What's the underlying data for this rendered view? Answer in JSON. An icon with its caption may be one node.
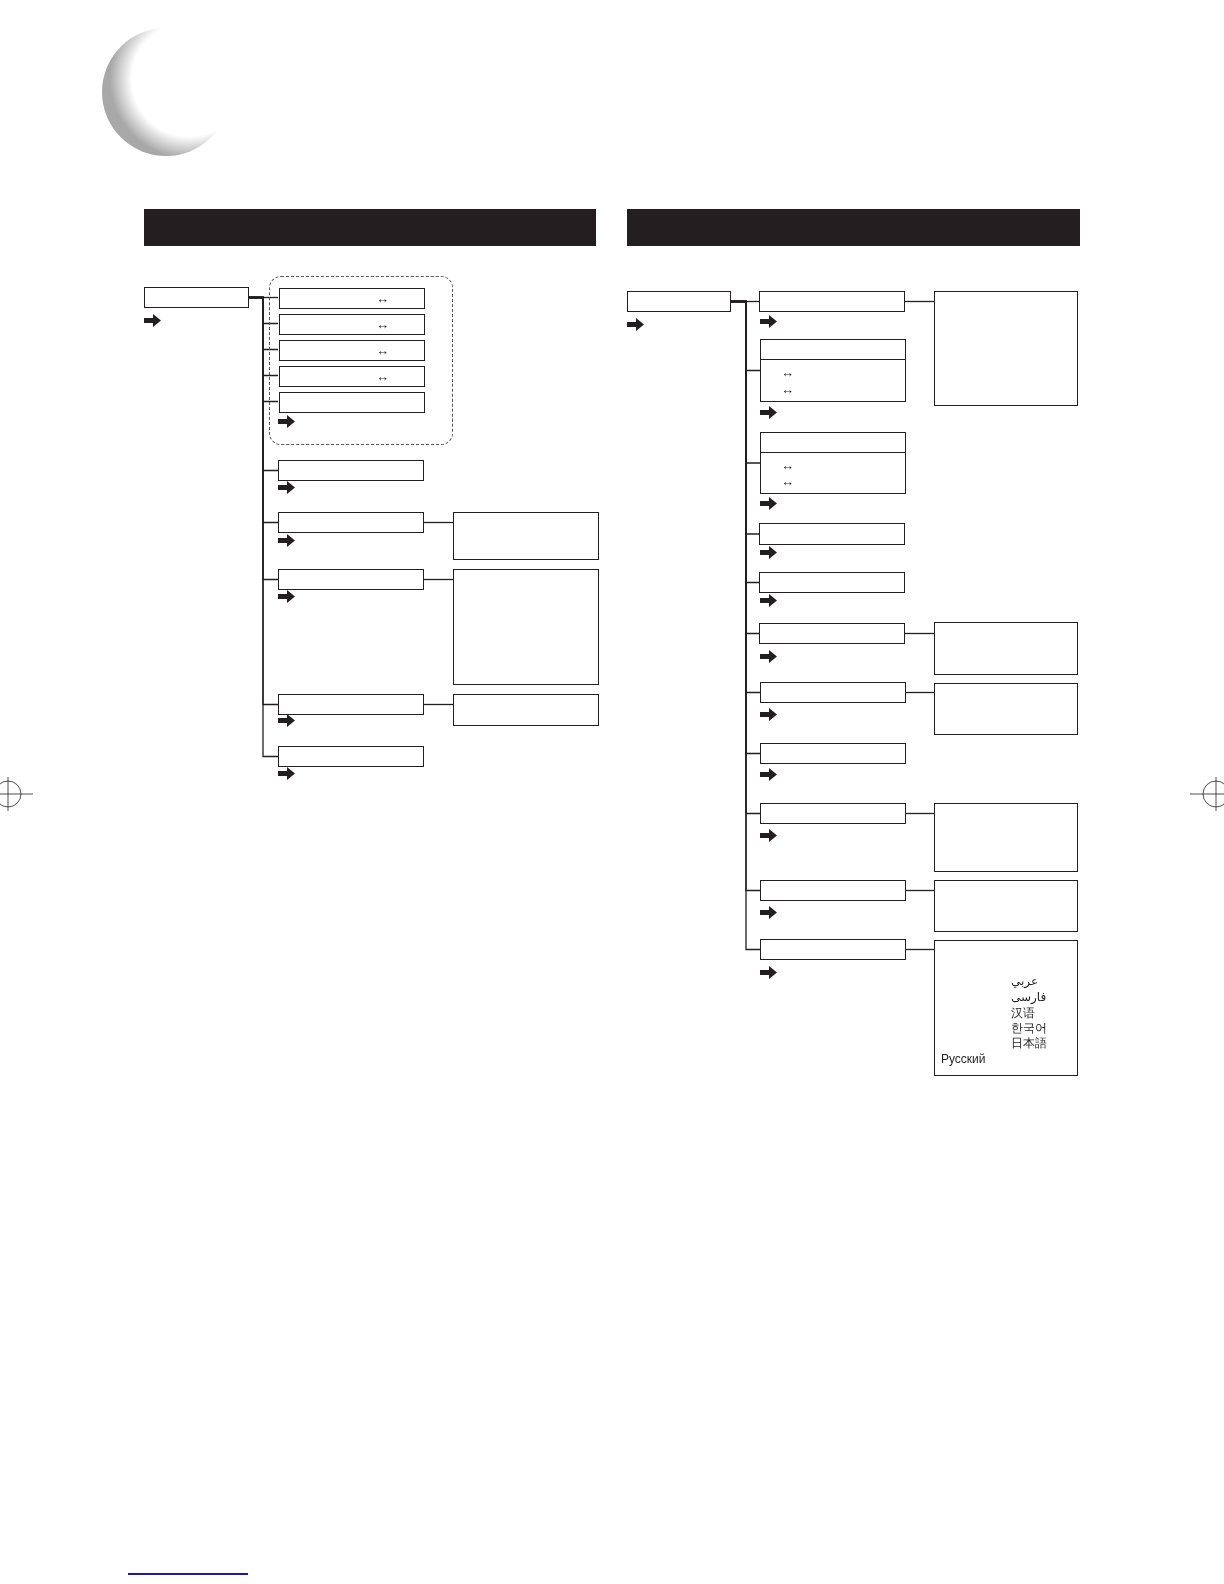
{
  "diagram": {
    "nodes": [
      {
        "text": [],
        "shape": "box"
      },
      {
        "text": [],
        "shape": "box"
      },
      {
        "text": [
          "↔"
        ],
        "in": 1
      },
      {
        "text": [
          "↔"
        ],
        "in": 1
      },
      {
        "text": [
          "↔"
        ],
        "in": 1
      },
      {
        "text": [
          "↔"
        ],
        "in": 1
      },
      {
        "text": [],
        "shape": "box",
        "in": 1
      },
      {
        "text": [],
        "shape": "box"
      },
      {
        "text": [],
        "shape": "box"
      },
      {
        "text": [],
        "shape": "box"
      },
      {
        "text": [],
        "shape": "box"
      },
      {
        "text": [],
        "shape": "box"
      },
      {
        "text": [],
        "shape": "box"
      },
      {
        "text": [],
        "shape": "box"
      },
      {
        "text": [],
        "shape": "box"
      },
      {
        "text": [],
        "shape": "box"
      },
      {
        "text": [],
        "shape": "box"
      },
      {
        "text": [],
        "shape": "box"
      },
      {
        "text": [
          "↔",
          "↔"
        ]
      },
      {
        "text": [
          "↔",
          "↔"
        ]
      },
      {
        "text": [],
        "shape": "box"
      },
      {
        "text": [],
        "shape": "box"
      },
      {
        "text": [],
        "shape": "box"
      },
      {
        "text": [],
        "shape": "box"
      },
      {
        "text": [],
        "shape": "box"
      },
      {
        "text": [],
        "shape": "box"
      },
      {
        "text": [],
        "shape": "box"
      },
      {
        "text": [],
        "shape": "box"
      },
      {
        "text": [],
        "shape": "box"
      },
      {
        "text": [],
        "shape": "box"
      },
      {
        "text": [],
        "shape": "box"
      },
      {
        "text": [],
        "shape": "box"
      },
      {
        "text": [
          "عربي",
          "فارسی",
          "汉语",
          "한국어",
          "日本語",
          "Русский"
        ]
      }
    ],
    "edges": [
      {
        "from": 0,
        "to": 2,
        "arrow": "none"
      },
      {
        "from": 0,
        "to": 3,
        "arrow": "none"
      },
      {
        "from": 0,
        "to": 4,
        "arrow": "none"
      },
      {
        "from": 0,
        "to": 5,
        "arrow": "none"
      },
      {
        "from": 0,
        "to": 6,
        "arrow": "none"
      },
      {
        "from": 0,
        "to": 7,
        "arrow": "none"
      },
      {
        "from": 0,
        "to": 8,
        "arrow": "none"
      },
      {
        "from": 0,
        "to": 10,
        "arrow": "none"
      },
      {
        "from": 0,
        "to": 12,
        "arrow": "none"
      },
      {
        "from": 0,
        "to": 14,
        "arrow": "none"
      },
      {
        "from": 8,
        "to": 9,
        "arrow": "none"
      },
      {
        "from": 10,
        "to": 11,
        "arrow": "none"
      },
      {
        "from": 12,
        "to": 13,
        "arrow": "none"
      },
      {
        "from": 15,
        "to": 16,
        "arrow": "none"
      },
      {
        "from": 15,
        "to": 18,
        "arrow": "none"
      },
      {
        "from": 15,
        "to": 19,
        "arrow": "none"
      },
      {
        "from": 15,
        "to": 20,
        "arrow": "none"
      },
      {
        "from": 15,
        "to": 21,
        "arrow": "none"
      },
      {
        "from": 15,
        "to": 22,
        "arrow": "none"
      },
      {
        "from": 15,
        "to": 24,
        "arrow": "none"
      },
      {
        "from": 15,
        "to": 26,
        "arrow": "none"
      },
      {
        "from": 15,
        "to": 27,
        "arrow": "none"
      },
      {
        "from": 15,
        "to": 29,
        "arrow": "none"
      },
      {
        "from": 15,
        "to": 31,
        "arrow": "none"
      },
      {
        "from": 16,
        "to": 17,
        "arrow": "none"
      },
      {
        "from": 22,
        "to": 23,
        "arrow": "none"
      },
      {
        "from": 24,
        "to": 25,
        "arrow": "none"
      },
      {
        "from": 27,
        "to": 28,
        "arrow": "none"
      },
      {
        "from": 29,
        "to": 30,
        "arrow": "none"
      },
      {
        "from": 31,
        "to": 32,
        "arrow": "none"
      }
    ]
  }
}
